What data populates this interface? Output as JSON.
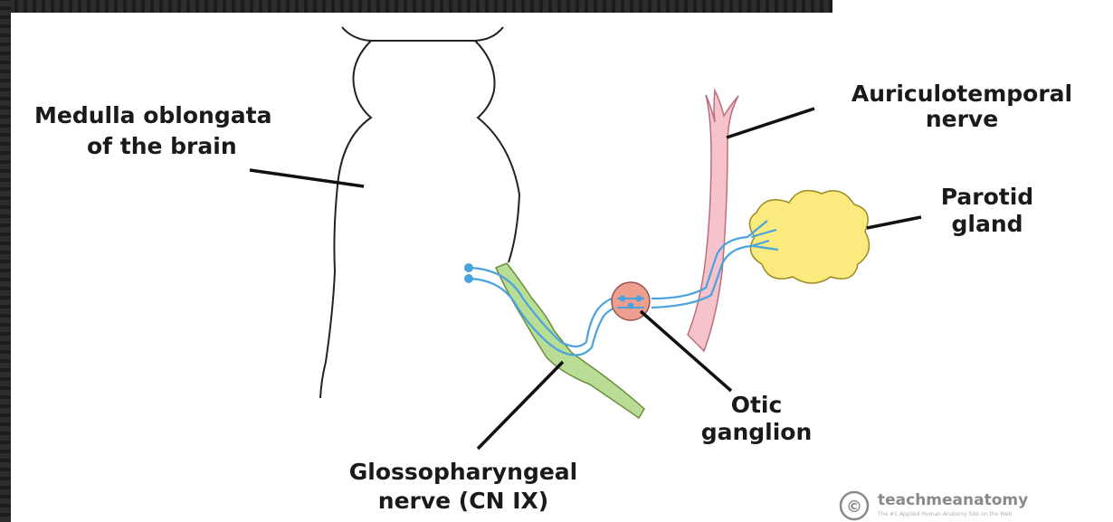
{
  "labels": {
    "medulla_line1": "Medulla oblongata",
    "medulla_line2": "of the brain",
    "auriculo_line1": "Auriculotemporal",
    "auriculo_line2": "nerve",
    "parotid_line1": "Parotid",
    "parotid_line2": "gland",
    "otic_line1": "Otic",
    "otic_line2": "ganglion",
    "glosso_line1": "Glossopharyngeal",
    "glosso_line2": "nerve (CN IX)"
  },
  "watermark": {
    "brand": "teachmeanatomy",
    "tagline": "The #1 Applied Human Anatomy Site on the Web",
    "symbol": "©"
  },
  "colors": {
    "nerve_green": "#b9dd95",
    "nerve_pink": "#f6c2cc",
    "fiber_blue": "#4aa3df",
    "ganglion": "#ee9e8e",
    "gland_yellow": "#fbeb7f"
  }
}
